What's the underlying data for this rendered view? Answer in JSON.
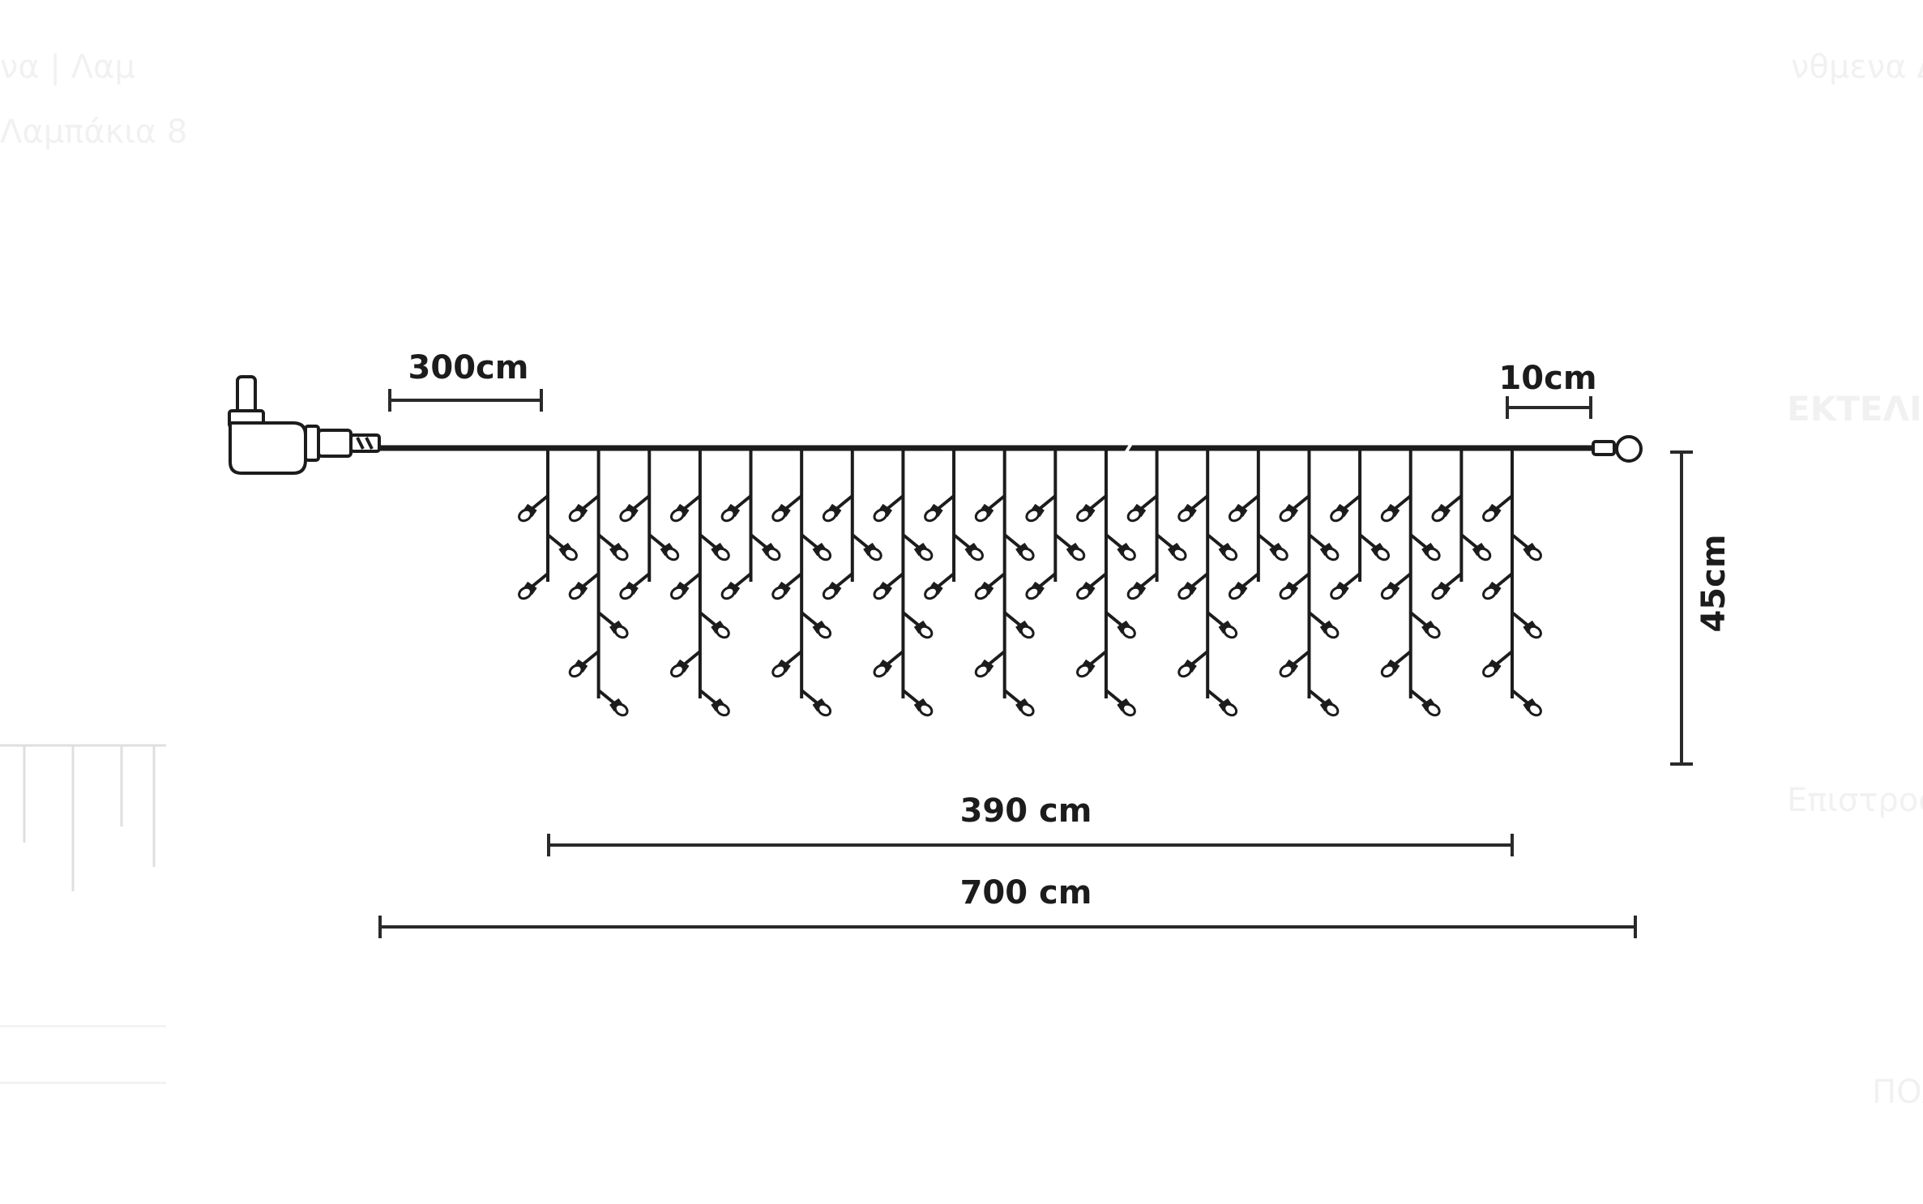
{
  "background_fragments": {
    "top_left_line1": "να  |  Λαμ",
    "top_left_line2": "Λαμπάκια 8",
    "top_right": "νθμενα Δ",
    "right_button": "ΕΚΤΕΛΙ",
    "right_mid": "Επιστροφ",
    "bottom_right": "ΠΟΛ"
  },
  "diagram": {
    "colors": {
      "line": "#1c1c1c",
      "dimension": "#2a2a2a",
      "bulb": "#ffffff"
    },
    "labels": {
      "lead_cable": "300cm",
      "tail_cable": "10cm",
      "drop_height": "45cm",
      "lit_length": "390 cm",
      "total_length": "700 cm"
    },
    "drops": {
      "count": 20,
      "bulb_pattern": [
        3,
        6,
        3,
        6,
        3,
        6,
        3,
        6,
        3,
        6,
        3,
        6,
        3,
        6,
        3,
        6,
        3,
        6,
        3,
        6
      ],
      "icons": [
        "plug-adapter",
        "end-connector"
      ]
    }
  }
}
